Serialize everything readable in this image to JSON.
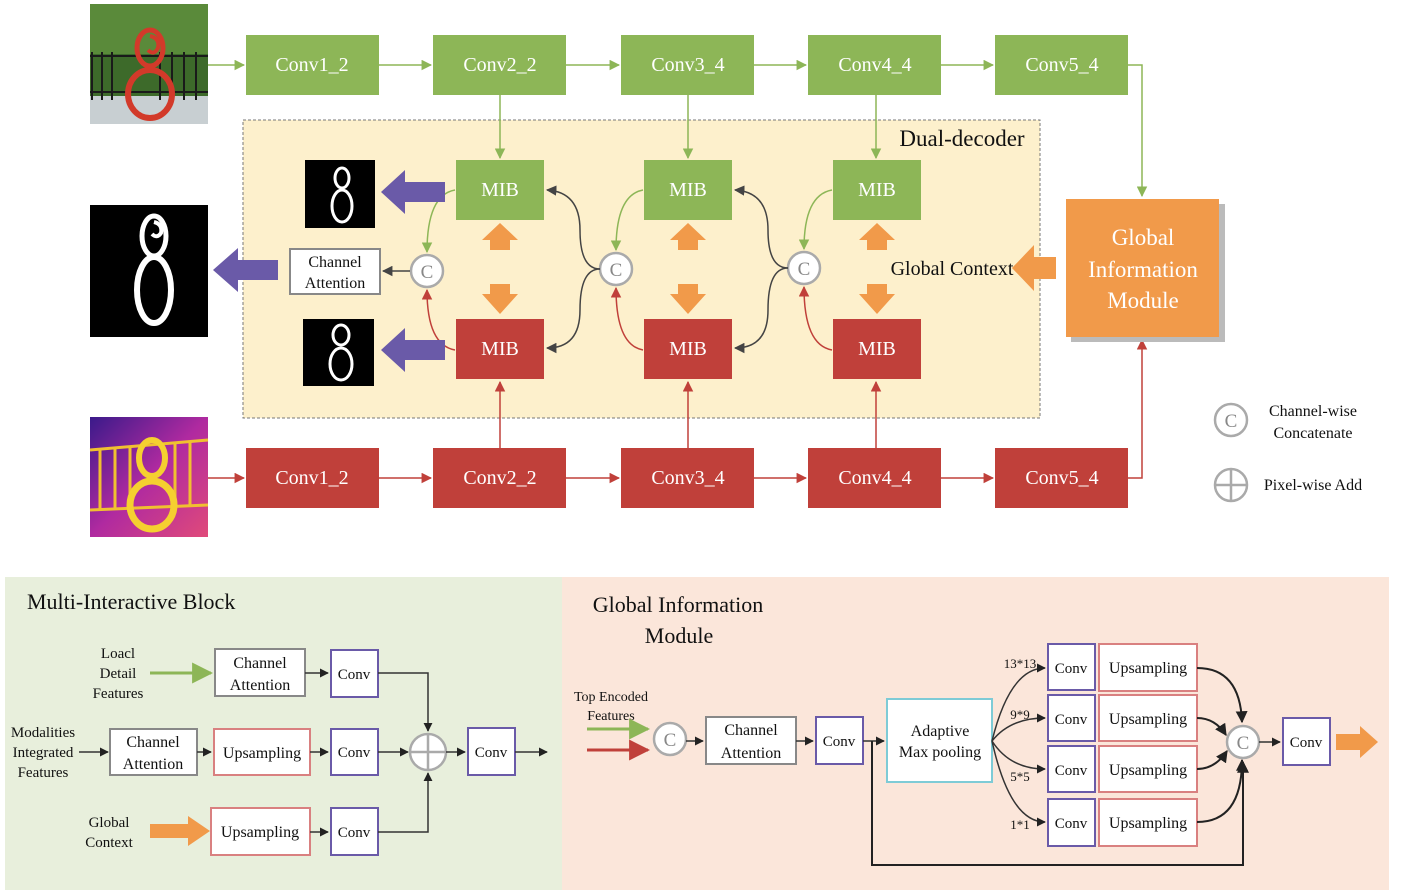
{
  "main": {
    "dual_decoder_label": "Dual-decoder",
    "rgb_encoder": [
      "Conv1_2",
      "Conv2_2",
      "Conv3_4",
      "Conv4_4",
      "Conv5_4"
    ],
    "thermal_encoder": [
      "Conv1_2",
      "Conv2_2",
      "Conv3_4",
      "Conv4_4",
      "Conv5_4"
    ],
    "mib_label": "MIB",
    "concat_symbol": "C",
    "channel_attention": [
      "Channel",
      "Attention"
    ],
    "global_context_label": "Global Context",
    "gim_label": [
      "Global",
      "Information",
      "Module"
    ]
  },
  "legend": {
    "concat_label": [
      "Channel-wise",
      "Concatenate"
    ],
    "add_label": "Pixel-wise Add"
  },
  "mib_panel": {
    "title": "Multi-Interactive Block",
    "input1": [
      "Loacl",
      "Detail",
      "Features"
    ],
    "input2": [
      "Modalities",
      "Integrated",
      "Features"
    ],
    "input3": [
      "Global",
      "Context"
    ],
    "channel_attention": [
      "Channel",
      "Attention"
    ],
    "upsampling": "Upsampling",
    "conv": "Conv"
  },
  "gim_panel": {
    "title": [
      "Global Information",
      "Module"
    ],
    "input_label": [
      "Top Encoded",
      "Features"
    ],
    "channel_attention": [
      "Channel",
      "Attention"
    ],
    "conv": "Conv",
    "pooling": [
      "Adaptive",
      "Max pooling"
    ],
    "scales": [
      "13*13",
      "9*9",
      "5*5",
      "1*1"
    ],
    "upsampling": "Upsampling",
    "concat_symbol": "C"
  },
  "colors": {
    "green": "#8db657",
    "red": "#c0403a",
    "orange": "#f19a4a",
    "purple": "#6a5aa8",
    "decoder_bg": "#fdf0cc",
    "mib_panel_bg": "#e8efdc",
    "gim_panel_bg": "#fbe6da"
  }
}
